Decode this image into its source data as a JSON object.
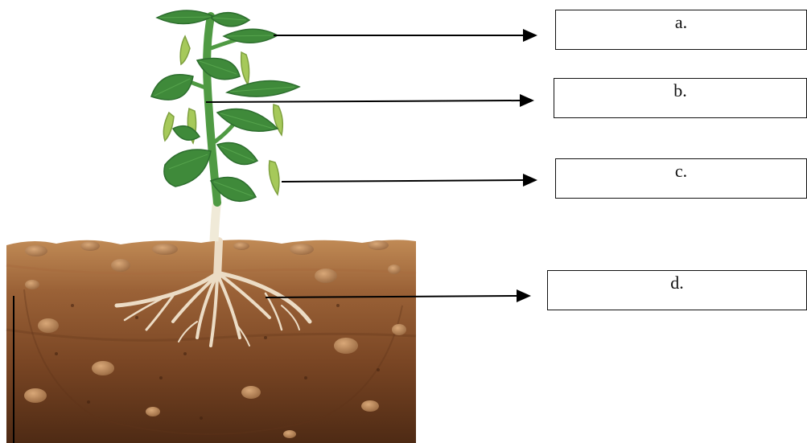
{
  "labels": {
    "a": "a.",
    "b": "b.",
    "c": "c.",
    "d": "d."
  },
  "colors": {
    "leaf": "#3f8a3a",
    "leaf_dark": "#2d6e2e",
    "stem": "#4f9a43",
    "pod": "#a6c95a",
    "soil_top": "#b07a4b",
    "soil_mid": "#8a5530",
    "soil_deep": "#5a331a",
    "root": "#ead9c2",
    "arrow": "#000000"
  }
}
